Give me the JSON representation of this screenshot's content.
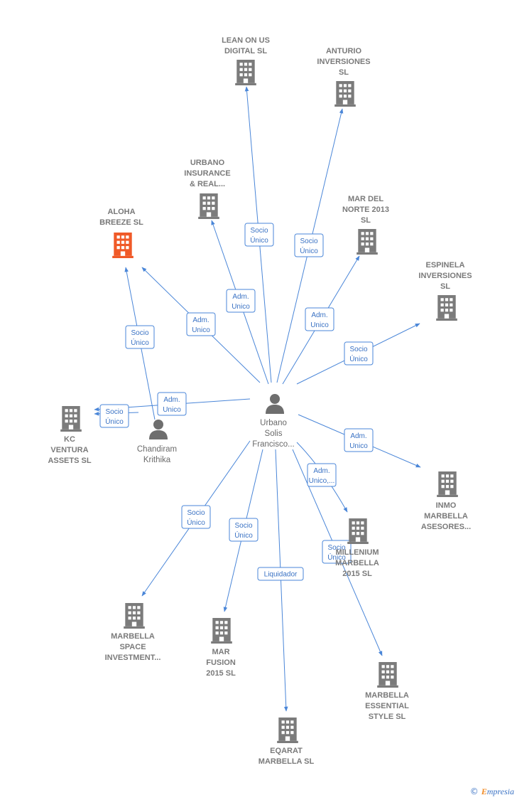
{
  "center": {
    "label": [
      "Urbano",
      "Solis",
      "Francisco..."
    ]
  },
  "companies": [
    {
      "id": "lean",
      "label": [
        "LEAN ON US",
        "DIGITAL  SL"
      ]
    },
    {
      "id": "anturio",
      "label": [
        "ANTURIO",
        "INVERSIONES",
        "SL"
      ]
    },
    {
      "id": "urbano_ins",
      "label": [
        "URBANO",
        "INSURANCE",
        "& REAL..."
      ]
    },
    {
      "id": "mar_norte",
      "label": [
        "MAR DEL",
        "NORTE 2013",
        "SL"
      ]
    },
    {
      "id": "aloha",
      "label": [
        "ALOHA",
        "BREEZE  SL"
      ],
      "highlighted": true
    },
    {
      "id": "espinela",
      "label": [
        "ESPINELA",
        "INVERSIONES",
        "SL"
      ]
    },
    {
      "id": "kc",
      "label": [
        "KC",
        "VENTURA",
        "ASSETS  SL"
      ]
    },
    {
      "id": "inmo",
      "label": [
        "INMO",
        "MARBELLA",
        "ASESORES..."
      ]
    },
    {
      "id": "millenium",
      "label": [
        "MILLENIUM",
        "MARBELLA",
        "2015  SL"
      ]
    },
    {
      "id": "space",
      "label": [
        "MARBELLA",
        "SPACE",
        "INVESTMENT..."
      ]
    },
    {
      "id": "fusion",
      "label": [
        "MAR",
        "FUSION",
        "2015  SL"
      ]
    },
    {
      "id": "essential",
      "label": [
        "MARBELLA",
        "ESSENTIAL",
        "STYLE  SL"
      ]
    },
    {
      "id": "eqarat",
      "label": [
        "EQARAT",
        "MARBELLA  SL"
      ]
    }
  ],
  "persons": [
    {
      "id": "chandiram",
      "label": [
        "Chandiram",
        "Krithika"
      ]
    }
  ],
  "edges": [
    {
      "id": "to-lean",
      "label": [
        "Socio",
        "Único"
      ]
    },
    {
      "id": "to-anturio",
      "label": [
        "Socio",
        "Único"
      ]
    },
    {
      "id": "to-urbano-ins",
      "label": [
        "Adm.",
        "Unico"
      ]
    },
    {
      "id": "to-mar-norte",
      "label": [
        "Adm.",
        "Unico"
      ]
    },
    {
      "id": "to-aloha",
      "label": [
        "Adm.",
        "Unico"
      ]
    },
    {
      "id": "to-espinela",
      "label": [
        "Socio",
        "Único"
      ]
    },
    {
      "id": "chandiram-aloha",
      "label": [
        "Socio",
        "Único"
      ]
    },
    {
      "id": "center-chandiram",
      "label": [
        "Adm.",
        "Unico"
      ]
    },
    {
      "id": "chandiram-kc",
      "label": [
        "Socio",
        "Único"
      ]
    },
    {
      "id": "to-inmo",
      "label": [
        "Adm.",
        "Unico"
      ]
    },
    {
      "id": "to-millenium",
      "label": [
        "Adm.",
        "Unico,..."
      ]
    },
    {
      "id": "to-space",
      "label": [
        "Socio",
        "Único"
      ]
    },
    {
      "id": "to-fusion",
      "label": [
        "Socio",
        "Único"
      ]
    },
    {
      "id": "to-essential",
      "label": [
        "Socio",
        "Único"
      ]
    },
    {
      "id": "to-eqarat",
      "label": [
        "Liquidador"
      ]
    }
  ],
  "colors": {
    "edge": "#4a86d8",
    "building": "#7b7b7b",
    "highlight": "#f05a28"
  },
  "watermark": {
    "symbol": "©",
    "brand_initial": "E",
    "brand_rest": "mpresia"
  }
}
